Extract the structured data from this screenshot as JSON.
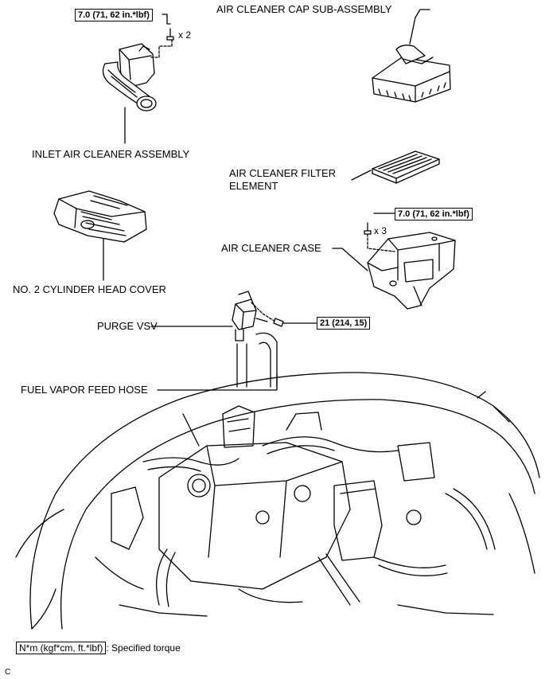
{
  "parts": {
    "air_cleaner_cap": "AIR CLEANER CAP SUB-ASSEMBLY",
    "inlet_air_cleaner": "INLET AIR CLEANER ASSEMBLY",
    "filter_element_line1": "AIR CLEANER FILTER",
    "filter_element_line2": "ELEMENT",
    "cylinder_head_cover": "NO. 2 CYLINDER HEAD COVER",
    "air_cleaner_case": "AIR CLEANER CASE",
    "purge_vsv": "PURGE VSV",
    "fuel_vapor_hose": "FUEL VAPOR FEED HOSE"
  },
  "torques": {
    "inlet_bolt": "7.0 (71, 62 in.*lbf)",
    "case_bolt": "7.0 (71, 62 in.*lbf)",
    "vsv_bolt": "21 (214, 15)"
  },
  "quantities": {
    "inlet_bolt": "x 2",
    "case_bolt": "x 3"
  },
  "legend": {
    "unit_box": "N*m (kgf*cm, ft.*lbf)",
    "description": ": Specified torque"
  },
  "figure_code": "C"
}
